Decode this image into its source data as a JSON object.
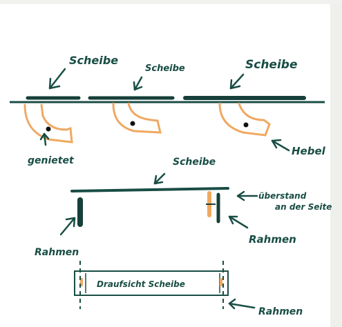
{
  "labels": {
    "scheibe_1": "Scheibe",
    "scheibe_2": "Scheibe",
    "scheibe_3": "Scheibe",
    "genietet": "genietet",
    "hebel": "Hebel",
    "scheibe_4": "Scheibe",
    "ueberstand_line1": "überstand",
    "ueberstand_line2": "an der Seite",
    "rahmen_left": "Rahmen",
    "rahmen_right": "Rahmen",
    "draufsicht": "Draufsicht Scheibe",
    "rahmen_bottom": "Rahmen"
  },
  "colors": {
    "ink": "#184d44",
    "orange": "#f0a860",
    "orange_dark": "#e8903a",
    "paper_shadow": "#e9ece7"
  }
}
